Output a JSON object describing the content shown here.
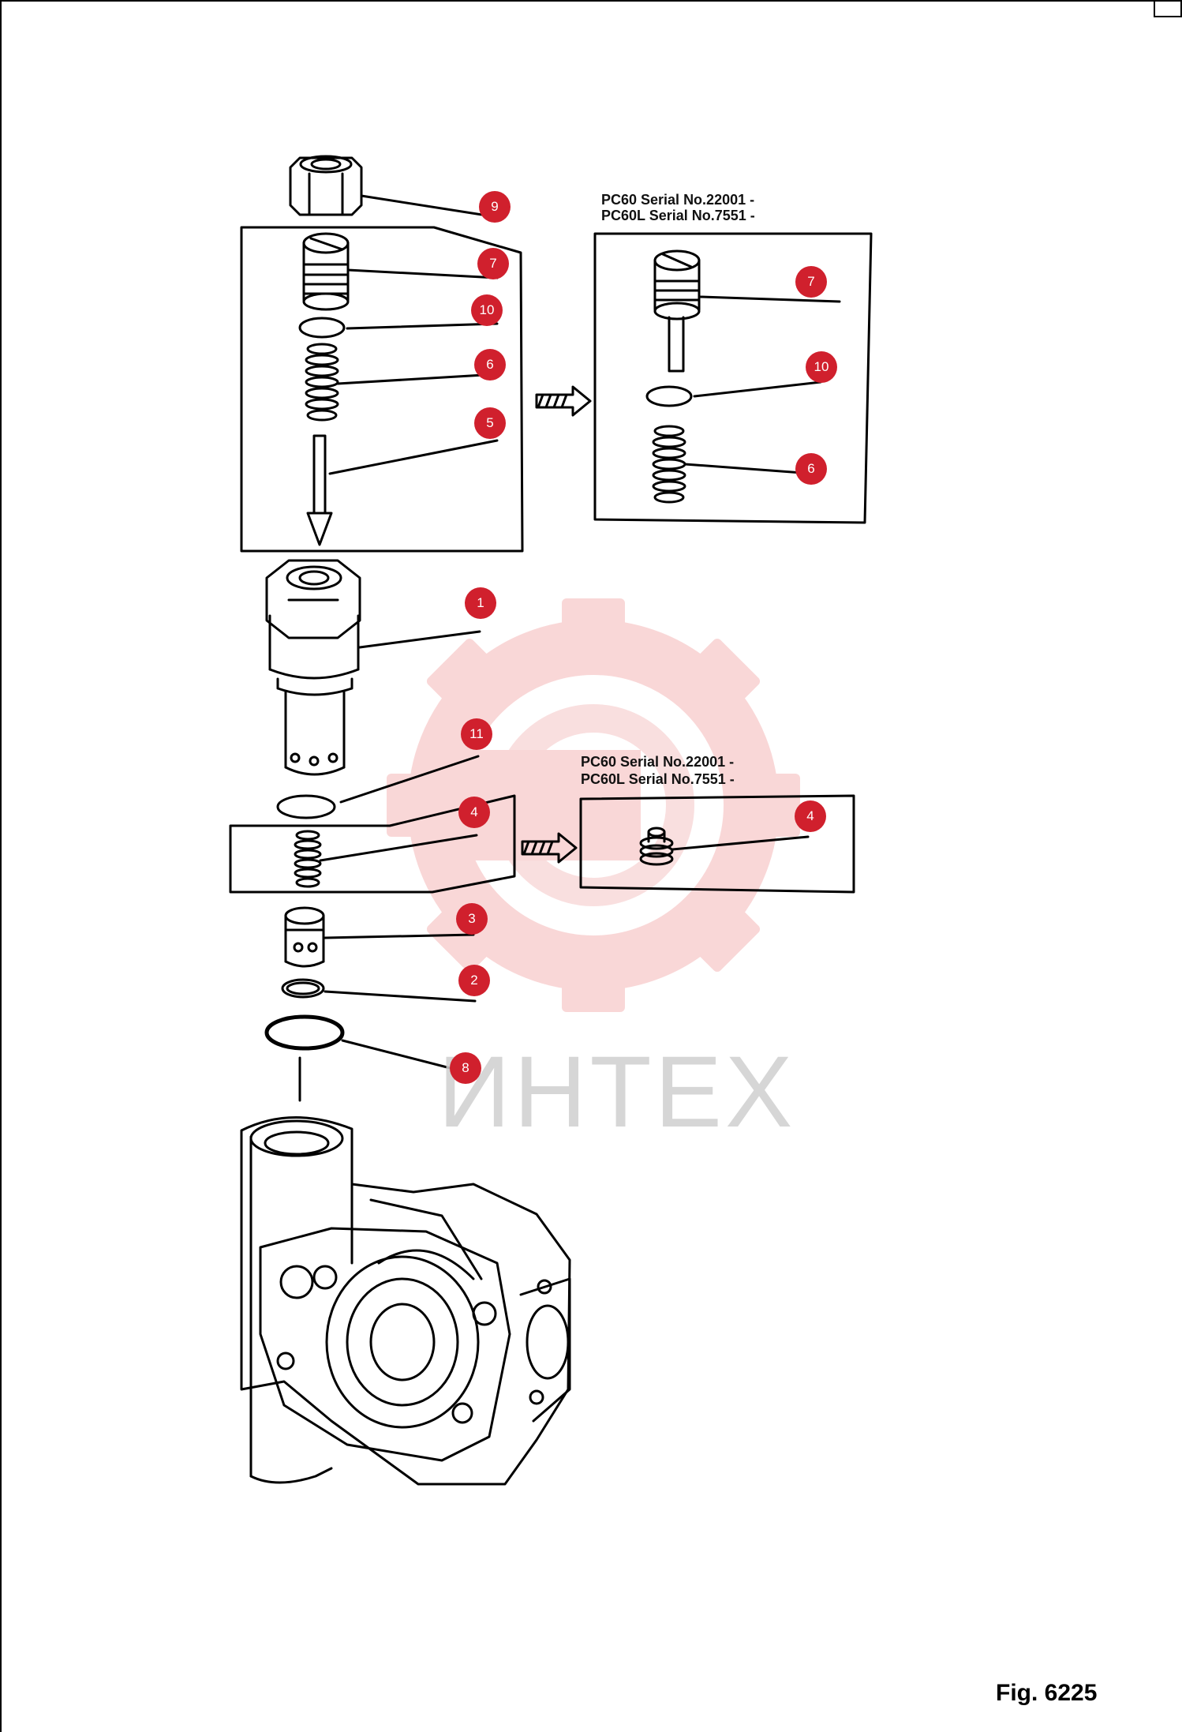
{
  "figure_label": "Fig. 6225",
  "watermark": {
    "text": "ИНТЕХ",
    "color": "#f2b4b4"
  },
  "badge_color": "#d0202d",
  "upper_variant": {
    "line1": "PC60  Serial No.22001 -",
    "line2": "PC60L Serial No.7551 -"
  },
  "lower_variant": {
    "line1": "PC60  Serial No.22001 -",
    "line2": "PC60L Serial No.7551 -"
  },
  "callouts": [
    {
      "id": "9",
      "label": "9"
    },
    {
      "id": "7",
      "label": "7"
    },
    {
      "id": "10",
      "label": "10"
    },
    {
      "id": "6",
      "label": "6"
    },
    {
      "id": "5",
      "label": "5"
    },
    {
      "id": "7b",
      "label": "7"
    },
    {
      "id": "10b",
      "label": "10"
    },
    {
      "id": "6b",
      "label": "6"
    },
    {
      "id": "1",
      "label": "1"
    },
    {
      "id": "11",
      "label": "11"
    },
    {
      "id": "4",
      "label": "4"
    },
    {
      "id": "4b",
      "label": "4"
    },
    {
      "id": "3",
      "label": "3"
    },
    {
      "id": "2",
      "label": "2"
    },
    {
      "id": "8",
      "label": "8"
    }
  ]
}
